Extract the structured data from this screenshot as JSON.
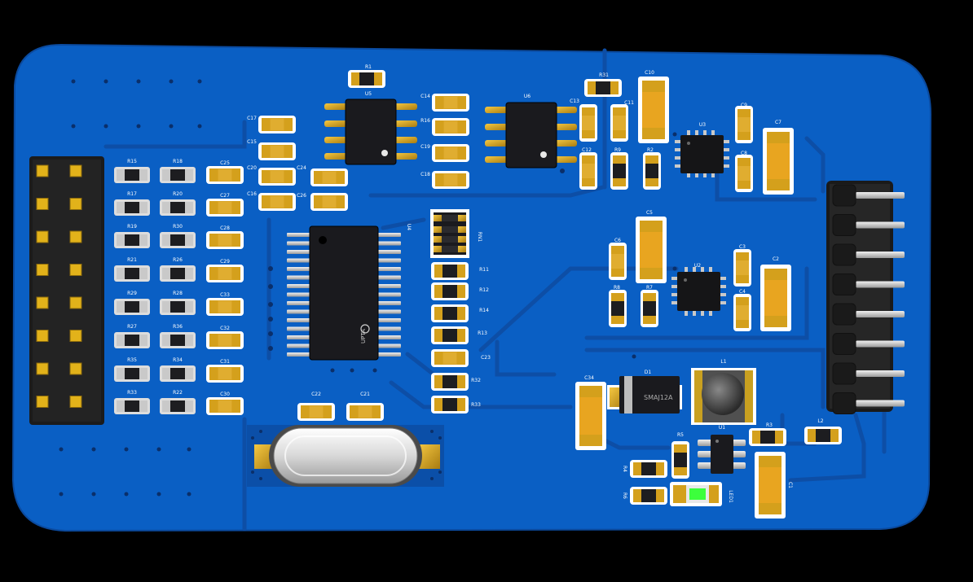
{
  "colors": {
    "background": "#000000",
    "board": "#0a5fc4",
    "board_dark": "#0a4fa8",
    "trace": "#0b56b5",
    "trace_light": "#1a74d8",
    "copper_pad": "#d6a21e",
    "ic_body": "#1a1a1e",
    "silk": "#ffffff",
    "led": "#3cff3c"
  },
  "labels": {
    "r1": "R1",
    "u5": "U5",
    "u6": "U6",
    "u3": "U3",
    "u2": "U2",
    "u1": "U1",
    "c14": "C14",
    "r16": "R16",
    "c19": "C19",
    "c18": "C18",
    "c17": "C17",
    "c15": "C15",
    "c20": "C20",
    "c16": "C16",
    "c10": "C10",
    "r31": "R31",
    "c11": "C11",
    "c13": "C13",
    "c12": "C12",
    "r9": "R9",
    "r2": "R2",
    "c9": "C9",
    "c7": "C7",
    "c8": "C8",
    "r15": "R15",
    "r17": "R17",
    "r19": "R19",
    "r21": "R21",
    "r29": "R29",
    "r27": "R27",
    "r35": "R35",
    "r33": "R33",
    "r18": "R18",
    "r20": "R20",
    "r30": "R30",
    "r26": "R26",
    "r28": "R28",
    "r36": "R36",
    "r34": "R34",
    "r22": "R22",
    "c25": "C25",
    "c27": "C27",
    "c28": "C28",
    "c29": "C29",
    "c33": "C33",
    "c32": "C32",
    "c31": "C31",
    "c30": "C30",
    "c24": "C24",
    "c26": "C26",
    "u4": "U4",
    "rn1": "RN1",
    "r11": "R11",
    "r12": "R12",
    "r14": "R14",
    "r13": "R13",
    "r32": "R32",
    "r33b": "R33",
    "c23": "C23",
    "c22": "C22",
    "c21": "C21",
    "c5": "C5",
    "c6": "C6",
    "r8": "R8",
    "r7": "R7",
    "c3": "C3",
    "c4": "C4",
    "c2": "C2",
    "c34": "C34",
    "d1": "D1",
    "diode_text": "SMAJ12A",
    "l1": "L1",
    "r5": "R5",
    "r3": "R3",
    "l2": "L2",
    "r4": "R4",
    "r6": "R6",
    "c1": "C1",
    "led1": "LED1",
    "u4_logo": "UPTA"
  }
}
